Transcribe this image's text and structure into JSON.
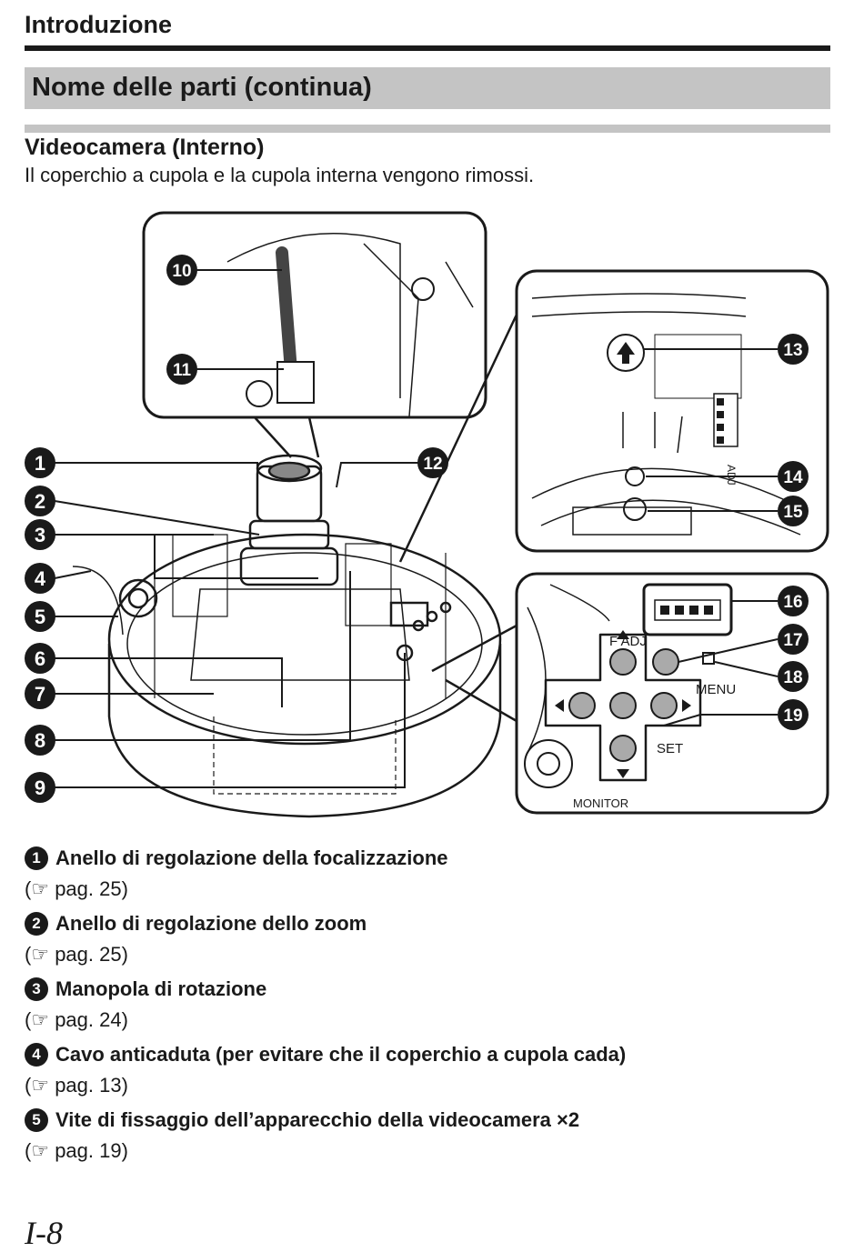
{
  "header": {
    "section": "Introduzione",
    "title": "Nome delle parti (continua)",
    "subtitle": "Videocamera (Interno)",
    "description": "Il coperchio a cupola e la cupola interna vengono rimossi."
  },
  "figure": {
    "callouts": [
      "1",
      "2",
      "3",
      "4",
      "5",
      "6",
      "7",
      "8",
      "9",
      "10",
      "11",
      "12",
      "13",
      "14",
      "15",
      "16",
      "17",
      "18",
      "19"
    ],
    "labels": {
      "f_adj": "F ADJ",
      "menu": "MENU",
      "set": "SET",
      "monitor": "MONITOR",
      "adj": "ADJ"
    }
  },
  "parts": [
    {
      "num": "1",
      "name": "Anello di regolazione della focalizzazione",
      "ref": "pag. 25"
    },
    {
      "num": "2",
      "name": "Anello di regolazione dello zoom",
      "ref": "pag. 25"
    },
    {
      "num": "3",
      "name": "Manopola di rotazione",
      "ref": "pag. 24"
    },
    {
      "num": "4",
      "name": "Cavo anticaduta (per evitare che il coperchio a cupola cada)",
      "ref": "pag. 13"
    },
    {
      "num": "5",
      "name": "Vite di fissaggio dell’apparecchio della videocamera ×2",
      "ref": "pag. 19"
    }
  ],
  "ref_symbol": "☞",
  "footer": {
    "page_number": "I-8"
  }
}
